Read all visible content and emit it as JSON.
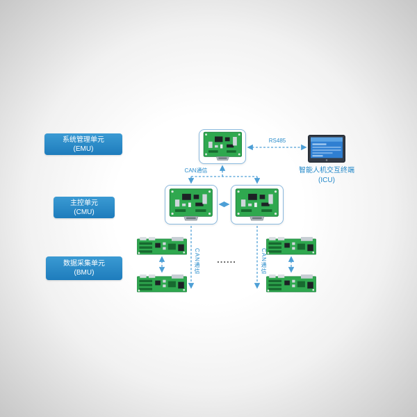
{
  "labels": {
    "emu": {
      "line1": "系统管理单元",
      "line2": "(EMU)"
    },
    "cmu": {
      "line1": "主控单元",
      "line2": "(CMU)"
    },
    "bmu": {
      "line1": "数据采集单元",
      "line2": "(BMU)"
    },
    "icu": {
      "line1": "智能人机交互终端",
      "line2": "(ICU)"
    }
  },
  "connections": {
    "rs485": "RS485",
    "can_top": "CAN通信",
    "can_left": "CAN通信",
    "can_right": "CAN通信",
    "ellipsis": "......"
  },
  "colors": {
    "label_bg": "#2b8dcb",
    "label_text": "#ffffff",
    "icu_text": "#1f86c8",
    "line": "#4d9fd6",
    "pcb_green": "#2fa84f",
    "box_border": "#8ab9de"
  }
}
